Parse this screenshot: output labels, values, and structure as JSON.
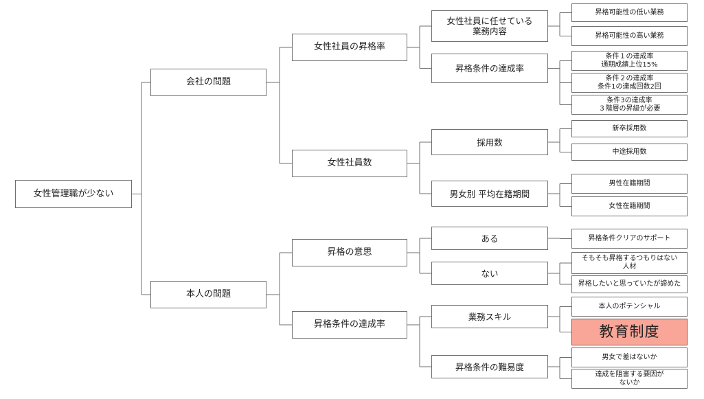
{
  "tree": {
    "label": "女性管理職が少ない",
    "children": [
      {
        "label": "会社の問題",
        "children": [
          {
            "label": "女性社員の昇格率",
            "children": [
              {
                "label": "女性社員に任せている\n業務内容",
                "children": [
                  {
                    "label": "昇格可能性の低い業務"
                  },
                  {
                    "label": "昇格可能性の高い業務"
                  }
                ]
              },
              {
                "label": "昇格条件の達成率",
                "children": [
                  {
                    "label": "条件１の達成率\n通期成績上位15%"
                  },
                  {
                    "label": "条件２の達成率\n条件1の達成回数2回"
                  },
                  {
                    "label": "条件3の達成率\n３階層の昇級が必要"
                  }
                ]
              }
            ]
          },
          {
            "label": "女性社員数",
            "children": [
              {
                "label": "採用数",
                "children": [
                  {
                    "label": "新卒採用数"
                  },
                  {
                    "label": "中途採用数"
                  }
                ]
              },
              {
                "label": "男女別 平均在籍期間",
                "children": [
                  {
                    "label": "男性在籍期間"
                  },
                  {
                    "label": "女性在籍期間"
                  }
                ]
              }
            ]
          }
        ]
      },
      {
        "label": "本人の問題",
        "children": [
          {
            "label": "昇格の意思",
            "children": [
              {
                "label": "ある",
                "children": [
                  {
                    "label": "昇格条件クリアのサポート"
                  }
                ]
              },
              {
                "label": "ない",
                "children": [
                  {
                    "label": "そもそも昇格するつもりはない\n人材"
                  },
                  {
                    "label": "昇格したいと思っていたが諦めた"
                  }
                ]
              }
            ]
          },
          {
            "label": "昇格条件の達成率",
            "children": [
              {
                "label": "業務スキル",
                "children": [
                  {
                    "label": "本人のポテンシャル"
                  },
                  {
                    "label": "教育制度",
                    "highlight": true
                  }
                ]
              },
              {
                "label": "昇格条件の難易度",
                "children": [
                  {
                    "label": "男女で差はないか"
                  },
                  {
                    "label": "達成を阻害する要因が\nないか"
                  }
                ]
              }
            ]
          }
        ]
      }
    ]
  },
  "colors": {
    "line": "#6f6f6f",
    "border": "#6f6f6f",
    "highlight": "#f9a699"
  }
}
